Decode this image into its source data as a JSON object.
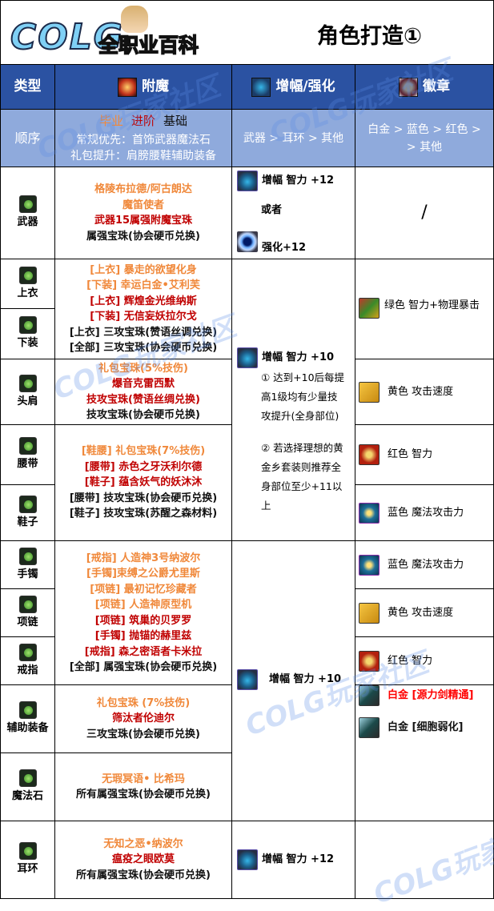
{
  "banner": {
    "logo": "COLG",
    "logo_subtitle": "全职业百科",
    "title": "角色打造①"
  },
  "header": {
    "type": "类型",
    "enchant": "附魔",
    "amplify": "增幅/强化",
    "emblem": "徽章"
  },
  "order": {
    "label": "顺序",
    "enchant_legend": [
      {
        "text": "毕业",
        "tier": "orange"
      },
      {
        "text": "进阶",
        "tier": "red"
      },
      {
        "text": "基础",
        "tier": "black"
      }
    ],
    "enchant_notes": [
      "常规优先：首饰武器魔法石",
      "礼包提升：肩膀腰鞋辅助装备"
    ],
    "amplify": "武器 > 耳环 > 其他",
    "emblem": "白金 > 蓝色 > 红色 > > 其他"
  },
  "slots": [
    {
      "label": "武器",
      "icon": "weapon-icon"
    },
    {
      "label": "上衣",
      "icon": "top-icon"
    },
    {
      "label": "下装",
      "icon": "bottom-icon"
    },
    {
      "label": "头肩",
      "icon": "shoulder-icon"
    },
    {
      "label": "腰带",
      "icon": "belt-icon"
    },
    {
      "label": "鞋子",
      "icon": "shoes-icon"
    },
    {
      "label": "手镯",
      "icon": "bracelet-icon"
    },
    {
      "label": "项链",
      "icon": "necklace-icon"
    },
    {
      "label": "戒指",
      "icon": "ring-icon"
    },
    {
      "label": "辅助装备",
      "icon": "support-equipment-icon"
    },
    {
      "label": "魔法石",
      "icon": "magic-stone-icon"
    },
    {
      "label": "耳环",
      "icon": "earring-icon"
    }
  ],
  "enchants": [
    [
      {
        "text": "格陵布拉德/阿古朗达",
        "tier": "orange"
      },
      {
        "text": "魔笛使者",
        "tier": "orange"
      },
      {
        "text": "武器15属强附魔宝珠",
        "tier": "red"
      },
      {
        "text": "属强宝珠(协会硬币兑换)",
        "tier": "black"
      }
    ],
    [
      {
        "text": "[上衣] 暴走的欲望化身",
        "tier": "orange"
      },
      {
        "text": "[下装] 幸运白金•艾利芙",
        "tier": "orange"
      },
      {
        "text": "[上衣] 辉煌金光维纳斯",
        "tier": "red"
      },
      {
        "text": "[下装] 无信妄妖拉尔戈",
        "tier": "red"
      },
      {
        "text": "[上衣] 三攻宝珠(赞语丝调兑换)",
        "tier": "black"
      },
      {
        "text": "[全部] 三攻宝珠(协会硬币兑换)",
        "tier": "black"
      }
    ],
    [
      {
        "text": "礼包宝珠(5%技伤)",
        "tier": "orange"
      },
      {
        "text": "爆音克雷西默",
        "tier": "red"
      },
      {
        "text": "技攻宝珠(赞语丝绸兑换)",
        "tier": "red"
      },
      {
        "text": "技攻宝珠(协会硬币兑换)",
        "tier": "black"
      }
    ],
    [
      {
        "text": "[鞋腰] 礼包宝珠(7%技伤)",
        "tier": "orange"
      },
      {
        "text": "[腰带] 赤色之牙沃利尔德",
        "tier": "red"
      },
      {
        "text": "[鞋子] 蕴含妖气的妖沐沐",
        "tier": "red"
      },
      {
        "text": "[腰带] 技攻宝珠(协会硬币兑换)",
        "tier": "black"
      },
      {
        "text": "[鞋子] 技攻宝珠(苏醒之森材料)",
        "tier": "black"
      }
    ],
    [
      {
        "text": "[戒指] 人造神3号纳波尔",
        "tier": "orange"
      },
      {
        "text": "[手镯]束缚之公爵尤里斯",
        "tier": "orange"
      },
      {
        "text": "[项链] 最初记忆珍藏者",
        "tier": "orange"
      },
      {
        "text": "[项链] 人造神原型机",
        "tier": "orange"
      },
      {
        "text": "[项链] 筑巢的贝罗罗",
        "tier": "red"
      },
      {
        "text": "[手镯] 抛锚的赫里兹",
        "tier": "red"
      },
      {
        "text": "[戒指] 森之密语者卡米拉",
        "tier": "red"
      },
      {
        "text": "[全部] 属强宝珠(协会硬币兑换)",
        "tier": "black"
      }
    ],
    [
      {
        "text": "礼包宝珠 (7%技伤)",
        "tier": "orange"
      },
      {
        "text": "筛汰者伦迪尔",
        "tier": "red"
      },
      {
        "text": "三攻宝珠(协会硬币兑换)",
        "tier": "black"
      }
    ],
    [
      {
        "text": "无瑕冥语• 比希玛",
        "tier": "orange"
      },
      {
        "text": "所有属强宝珠(协会硬币兑换)",
        "tier": "black"
      }
    ],
    [
      {
        "text": "无知之恶•纳波尔",
        "tier": "orange"
      },
      {
        "text": "瘟疫之眼欧莫",
        "tier": "red"
      },
      {
        "text": "所有属强宝珠(协会硬币兑换)",
        "tier": "black"
      }
    ]
  ],
  "amplify": {
    "weapon": {
      "line1": "增幅 智力 +12",
      "or": "或者",
      "line2": "强化+12"
    },
    "armor": {
      "line": "增幅 智力 +10",
      "notes": [
        "① 达到+10后每提高1级均有少量技攻提升(全身部位)",
        "② 若选择理想的黄金乡套装则推荐全身部位至少+11以上"
      ]
    },
    "accessory": {
      "line": "增幅 智力 +10"
    },
    "earring": {
      "line": "增幅 智力 +12"
    }
  },
  "emblems": {
    "weapon": "/",
    "items": [
      {
        "text": "绿色 智力+物理暴击",
        "kind": "green"
      },
      {
        "text": "黄色  攻击速度",
        "kind": "yellow"
      },
      {
        "text": "红色 智力",
        "kind": "red"
      },
      {
        "text": "蓝色 魔法攻击力",
        "kind": "blue"
      },
      {
        "text": "蓝色 魔法攻击力",
        "kind": "blue"
      },
      {
        "text": "黄色  攻击速度",
        "kind": "yellow"
      },
      {
        "text": "红色 智力",
        "kind": "red"
      }
    ],
    "platinum": [
      {
        "text": "白金 [源力剑精通]",
        "tier": "brightred"
      },
      {
        "text": "白金 [细胞弱化]",
        "tier": "black"
      }
    ]
  },
  "watermark": "COLG玩家社区"
}
